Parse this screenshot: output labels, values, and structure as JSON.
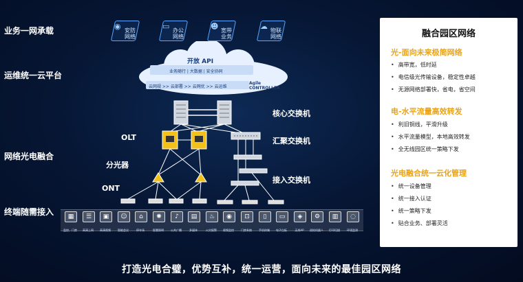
{
  "layers": {
    "service": "业务一网承载",
    "ops": "运维统一云平台",
    "network": "网络光电融合",
    "terminal": "终端随需接入"
  },
  "services": [
    {
      "icon": "camera-icon",
      "label": "安防\n网络"
    },
    {
      "icon": "monitor-icon",
      "label": "办公\n网络"
    },
    {
      "icon": "people-icon",
      "label": "宽带\n业务"
    },
    {
      "icon": "cloud-icon",
      "label": "物联\n网络"
    }
  ],
  "cloud": {
    "title": "开放 API",
    "sub": "业务随行 | 大数据 | 安全协同",
    "flow": "云网规 >> 云部署 >> 云网优 >> 云运维",
    "brand_line1": "Agile",
    "brand_line2": "CONTROLLER"
  },
  "devices": {
    "core": "核心交换机",
    "aggregation": "汇聚交换机",
    "olt": "OLT",
    "splitter": "分光器",
    "access": "接入交换机",
    "ont": "ONT"
  },
  "terminal_captions": [
    "监控、门禁",
    "高清上网",
    "高清视频",
    "智能会议",
    "停车场",
    "智慧照明",
    "公共广播",
    "多媒体",
    "火灾报警",
    "视频监控",
    "门禁系统",
    "手机终端",
    "电子白板",
    "无线AP",
    "巡检机器人",
    "打印扫描",
    "环境监测"
  ],
  "panel": {
    "title": "融合园区网络",
    "sections": [
      {
        "title": "光-面向未来极简网络",
        "items": [
          "高带宽，低时延",
          "电信级光传输设备，稳定性卓越",
          "无源网络部署快，省电，省空间"
        ]
      },
      {
        "title": "电-水平流量高效转发",
        "items": [
          "利旧铜线，平滑升级",
          "水平流量模型，本地高效转发",
          "全无线园区统一策略下发"
        ]
      },
      {
        "title": "光电融合统一云化管理",
        "items": [
          "统一设备管理",
          "统一接入认证",
          "统一策略下发",
          "贴合业务、部署灵活"
        ]
      }
    ]
  },
  "footer": "打造光电合璧，优势互补，统一运营，面向未来的最佳园区网络",
  "colors": {
    "accent": "#e8a317",
    "cloud": "#e6f0ff",
    "line": "#ffffff",
    "device_yellow": "#f2c21b"
  }
}
